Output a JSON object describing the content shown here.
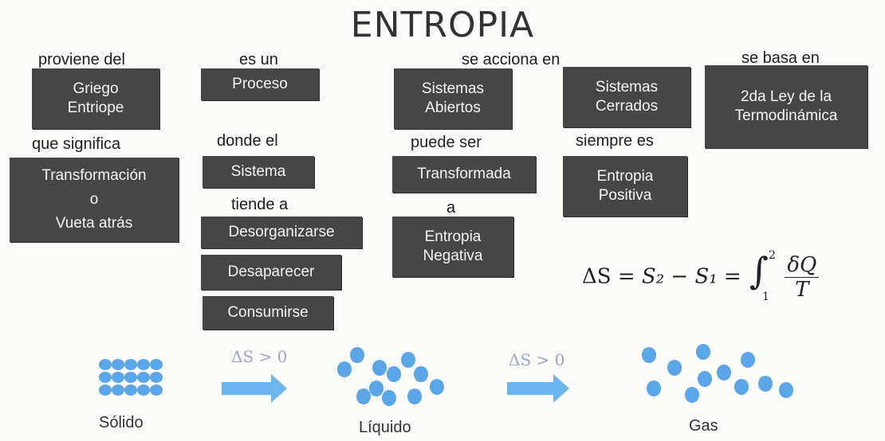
{
  "title": "ENTROPIA",
  "connectors": {
    "proviene_del": "proviene del",
    "es_un": "es un",
    "se_acciona_en": "se acciona en",
    "se_basa_en": "se basa en",
    "que_significa": "que significa",
    "donde_el": "donde el",
    "puede_ser": "puede ser",
    "siempre_es": "siempre es",
    "tiende_a": "tiende a",
    "a": "a"
  },
  "boxes": {
    "griego": [
      "Griego",
      "Entriope"
    ],
    "proceso": [
      "Proceso"
    ],
    "sistemas_abiertos": [
      "Sistemas",
      "Abiertos"
    ],
    "sistemas_cerrados": [
      "Sistemas",
      "Cerrados"
    ],
    "segunda_ley": [
      "2da Ley de la",
      "Termodinámica"
    ],
    "transformacion": [
      "Transformación",
      "o",
      "Vueta atrás"
    ],
    "sistema": [
      "Sistema"
    ],
    "transformada": [
      "Transformada"
    ],
    "entropia_positiva": [
      "Entropia",
      "Positiva"
    ],
    "desorganizarse": [
      "Desorganizarse"
    ],
    "entropia_negativa": [
      "Entropia",
      "Negativa"
    ],
    "desaparecer": [
      "Desaparecer"
    ],
    "consumirse": [
      "Consumirse"
    ]
  },
  "equation": {
    "delta_s": "ΔS",
    "eq1": "=",
    "s2": "S₂",
    "minus": "−",
    "s1": "S₁",
    "eq2": "=",
    "integral": "∫",
    "upper": "2",
    "lower": "1",
    "numerator": "δQ",
    "denominator": "T"
  },
  "states": {
    "solid": "Sólido",
    "liquid": "Líquido",
    "gas": "Gas",
    "delta1": "ΔS > 0",
    "delta2": "ΔS > 0"
  },
  "colors": {
    "box": "#464646",
    "particle": "#5aa6e6",
    "arrow": "#66b4ee"
  }
}
